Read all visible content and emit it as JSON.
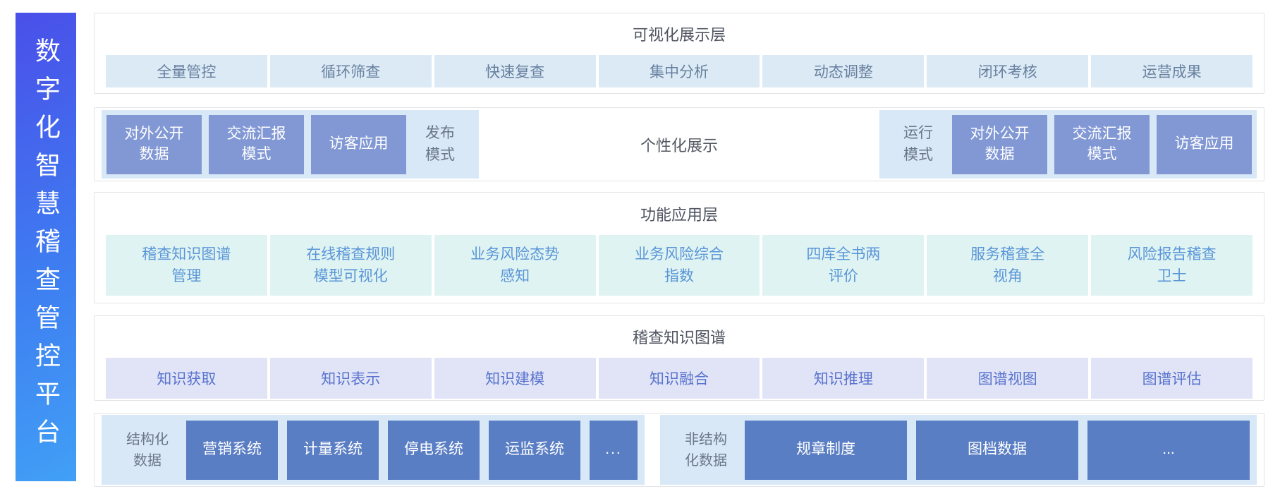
{
  "platform_title": "数字化智慧稽查管控平台",
  "layers": {
    "visualization": {
      "title": "可视化展示层",
      "items": [
        "全量管控",
        "循环筛查",
        "快速复查",
        "集中分析",
        "动态调整",
        "闭环考核",
        "运营成果"
      ]
    },
    "display_modes": {
      "publish_group": {
        "label": "发布\n模式",
        "items": [
          "对外公开\n数据",
          "交流汇报\n模式",
          "访客应用"
        ]
      },
      "center_label": "个性化展示",
      "run_group": {
        "label": "运行\n模式",
        "items": [
          "对外公开\n数据",
          "交流汇报\n模式",
          "访客应用"
        ]
      }
    },
    "function": {
      "title": "功能应用层",
      "items": [
        "稽查知识图谱\n管理",
        "在线稽查规则\n模型可视化",
        "业务风险态势\n感知",
        "业务风险综合\n指数",
        "四库全书两\n评价",
        "服务稽查全\n视角",
        "风险报告稽查\n卫士"
      ]
    },
    "knowledge_graph": {
      "title": "稽查知识图谱",
      "items": [
        "知识获取",
        "知识表示",
        "知识建模",
        "知识融合",
        "知识推理",
        "图谱视图",
        "图谱评估"
      ]
    },
    "data_sources": {
      "structured": {
        "label": "结构化\n数据",
        "items": [
          "营销系统",
          "计量系统",
          "停电系统",
          "运监系统",
          "..."
        ]
      },
      "unstructured": {
        "label": "非结构\n化数据",
        "items": [
          "规章制度",
          "图档数据",
          "..."
        ]
      }
    }
  },
  "colors": {
    "sidebar-start": "#4A4FE9",
    "sidebar-mid": "#3E7DF1",
    "sidebar-end": "#41A0F6",
    "box-border": "#E3E4E8",
    "blue-item-bg": "#DCEAF6",
    "blue-item-text": "#67809E",
    "group-bg": "#D8E8F7",
    "group-label": "#6A7688",
    "periwinkle": "#8198D4",
    "steel": "#5A7EC3",
    "mint-bg": "#DFF4F2",
    "mint-text": "#5A95D8",
    "lav-bg": "#E1E4F7",
    "lav-text": "#5873CD",
    "title-text": "#4F5460",
    "center-text": "#545962",
    "box-white": "#FFFFFF"
  }
}
